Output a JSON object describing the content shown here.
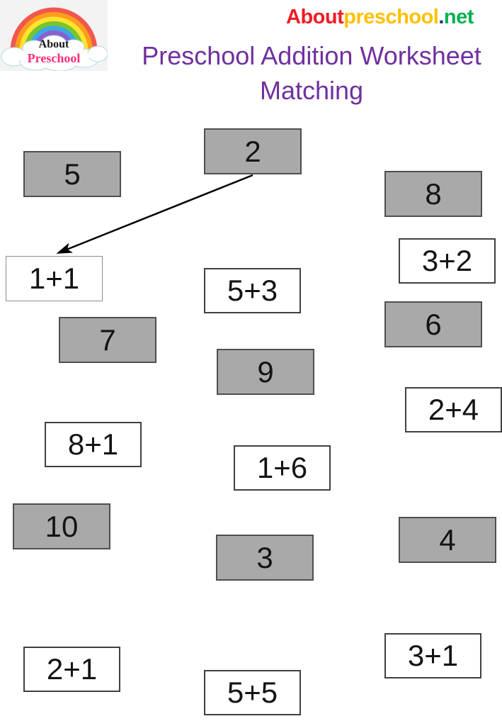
{
  "logo": {
    "line1": "About",
    "line2": "Preschool"
  },
  "header": {
    "about": "About",
    "preschool": "preschool",
    "dot": ".",
    "net": "net"
  },
  "title": {
    "line1": "Preschool Addition Worksheet",
    "line2": "Matching"
  },
  "cards": {
    "answers": [
      {
        "label": "5"
      },
      {
        "label": "2"
      },
      {
        "label": "8"
      },
      {
        "label": "7"
      },
      {
        "label": "6"
      },
      {
        "label": "9"
      },
      {
        "label": "10"
      },
      {
        "label": "3"
      },
      {
        "label": "4"
      }
    ],
    "problems": [
      {
        "label": "1+1"
      },
      {
        "label": "5+3"
      },
      {
        "label": "3+2"
      },
      {
        "label": "8+1"
      },
      {
        "label": "2+4"
      },
      {
        "label": "1+6"
      },
      {
        "label": "2+1"
      },
      {
        "label": "5+5"
      },
      {
        "label": "3+1"
      }
    ]
  },
  "example_match": {
    "from": "2",
    "to": "1+1"
  },
  "colors": {
    "title_purple": "#7030a0",
    "site_red": "#ee1c25",
    "site_gold": "#ffc000",
    "site_navy": "#1f3864",
    "site_green": "#00b050",
    "card_gray": "#a9a9a9",
    "logo_pink": "#fb2d7c",
    "arrow_black": "#000000"
  }
}
